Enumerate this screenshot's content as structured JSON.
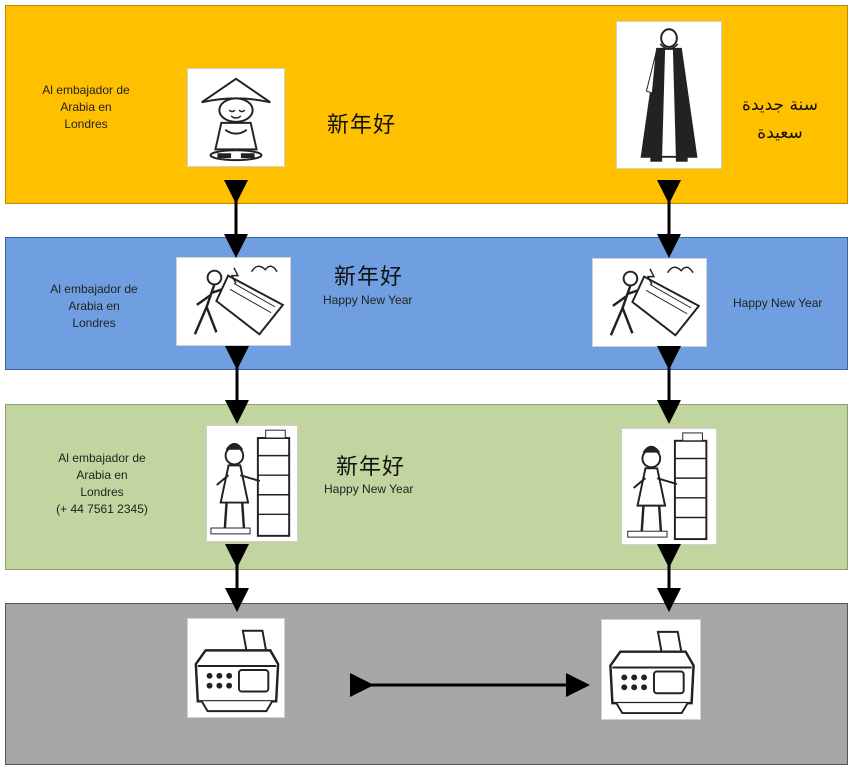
{
  "colors": {
    "layer1": "#ffc000",
    "layer2": "#6f9fe0",
    "layer3": "#c2d5a0",
    "layer4": "#a6a6a6"
  },
  "layer1": {
    "left_label": [
      "Al embajador de",
      "Arabia en",
      "Londres"
    ],
    "chinese_text": "新年好",
    "arabic_text": [
      "سنة جديدة",
      "سعيدة"
    ],
    "left_icon": "chinese-figure-icon",
    "right_icon": "arab-figure-icon"
  },
  "layer2": {
    "left_label": [
      "Al embajador de",
      "Arabia en",
      "Londres"
    ],
    "chinese_text": "新年好",
    "english_text": "Happy New Year",
    "right_english_text": "Happy New Year",
    "icons": "translator-figure-icon"
  },
  "layer3": {
    "left_label": [
      "Al embajador de",
      "Arabia en",
      "Londres",
      "(+ 44 7561 2345)"
    ],
    "chinese_text": "新年好",
    "english_text": "Happy New Year",
    "icons": "secretary-filing-icon"
  },
  "layer4": {
    "icons": "fax-machine-icon"
  }
}
